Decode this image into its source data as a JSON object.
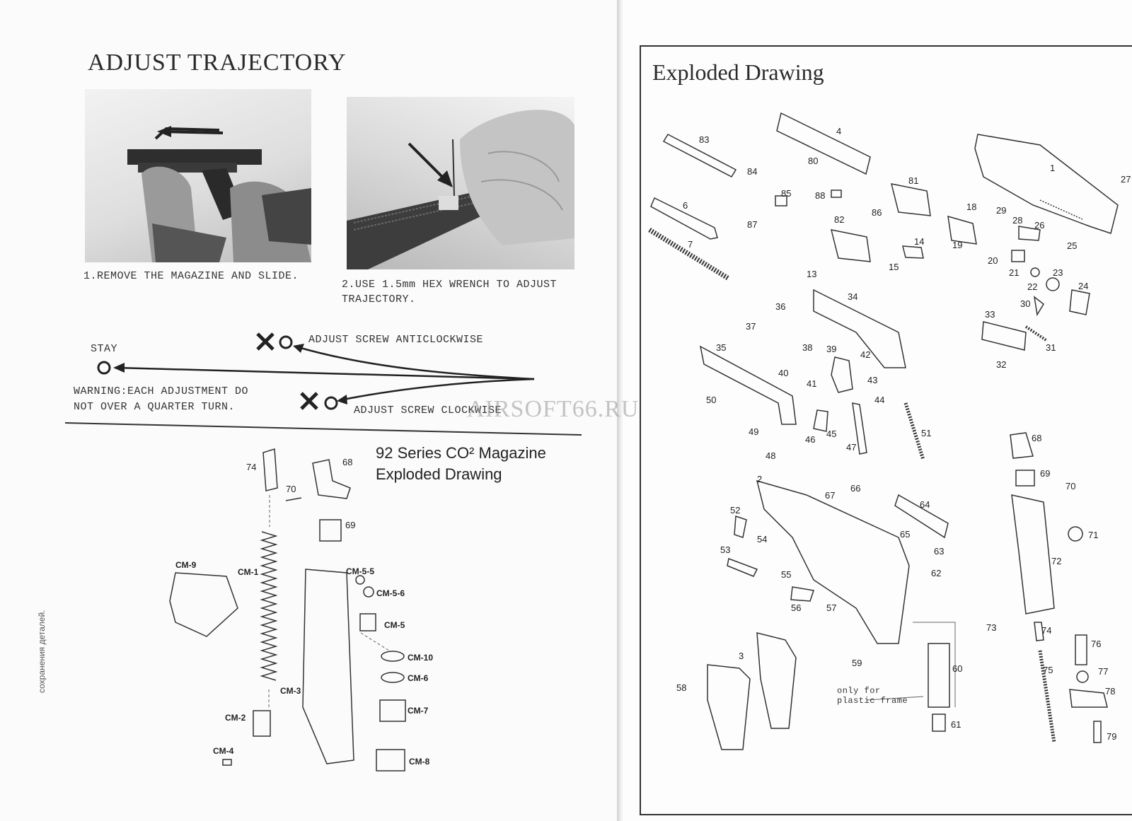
{
  "left": {
    "title": "ADJUST TRAJECTORY",
    "step1": "1.REMOVE THE MAGAZINE AND SLIDE.",
    "step2_line1": "2.USE 1.5mm HEX WRENCH TO ADJUST",
    "step2_line2": "TRAJECTORY.",
    "stay": "STAY",
    "anticlockwise": "ADJUST SCREW ANTICLOCKWISE",
    "clockwise": "ADJUST SCREW CLOCKWISE",
    "warning_line1": "WARNING:EACH ADJUSTMENT DO",
    "warning_line2": "NOT OVER A QUARTER TURN.",
    "magazine_title_line1": "92 Series CO² Magazine",
    "magazine_title_line2": "Exploded Drawing",
    "side_text": "сохранения деталей.",
    "magazine_labels": {
      "p74": "74",
      "p68": "68",
      "p70": "70",
      "p69": "69",
      "cm9": "CM-9",
      "cm1": "CM-1",
      "cm55": "CM-5-5",
      "cm56": "CM-5-6",
      "cm5": "CM-5",
      "cm10": "CM-10",
      "cm6": "CM-6",
      "cm3": "CM-3",
      "cm7": "CM-7",
      "cm2": "CM-2",
      "cm4": "CM-4",
      "cm8": "CM-8"
    }
  },
  "right": {
    "title": "Exploded Drawing",
    "plastic_note_line1": "only for",
    "plastic_note_line2": "plastic frame",
    "parts": {
      "p83": "83",
      "p4": "4",
      "p80": "80",
      "p84": "84",
      "p85": "85",
      "p88": "88",
      "p81": "81",
      "p1": "1",
      "p27": "27",
      "p6": "6",
      "p87": "87",
      "p86": "86",
      "p82": "82",
      "p18": "18",
      "p29": "29",
      "p28": "28",
      "p26": "26",
      "p25": "25",
      "p7": "7",
      "p14": "14",
      "p19": "19",
      "p20": "20",
      "p13": "13",
      "p15": "15",
      "p21": "21",
      "p23": "23",
      "p22": "22",
      "p24": "24",
      "p36": "36",
      "p34": "34",
      "p30": "30",
      "p33": "33",
      "p37": "37",
      "p38": "38",
      "p39": "39",
      "p42": "42",
      "p31": "31",
      "p35": "35",
      "p40": "40",
      "p41": "41",
      "p43": "43",
      "p32": "32",
      "p50": "50",
      "p44": "44",
      "p51": "51",
      "p49": "49",
      "p46": "46",
      "p45": "45",
      "p48": "48",
      "p47": "47",
      "p68": "68",
      "p69": "69",
      "p2": "2",
      "p67": "67",
      "p66": "66",
      "p64": "64",
      "p70": "70",
      "p52": "52",
      "p54": "54",
      "p65": "65",
      "p63": "63",
      "p71": "71",
      "p53": "53",
      "p55": "55",
      "p62": "62",
      "p72": "72",
      "p56": "56",
      "p57": "57",
      "p73": "73",
      "p74": "74",
      "p3": "3",
      "p76": "76",
      "p59": "59",
      "p60": "60",
      "p75": "75",
      "p77": "77",
      "p58": "58",
      "p78": "78",
      "p61": "61",
      "p79": "79"
    }
  },
  "watermark": "AIRSOFT66.RU"
}
